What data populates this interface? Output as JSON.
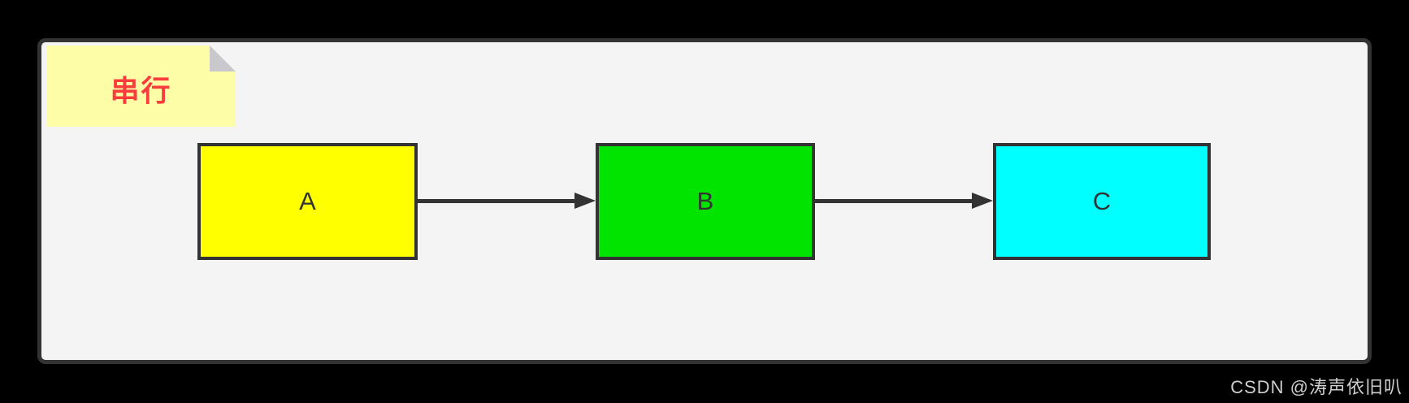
{
  "diagram": {
    "note": {
      "label": "串行",
      "bg_color": "#FDFDA8",
      "fold_color": "#C9C9CD",
      "text_color": "#FA3C3C"
    },
    "nodes": [
      {
        "id": "A",
        "label": "A",
        "fill": "#FFFF00"
      },
      {
        "id": "B",
        "label": "B",
        "fill": "#00E400"
      },
      {
        "id": "C",
        "label": "C",
        "fill": "#00FFFF"
      }
    ],
    "edges": [
      {
        "from": "A",
        "to": "B"
      },
      {
        "from": "B",
        "to": "C"
      }
    ],
    "stroke_color": "#333333",
    "panel_bg": "#F4F4F5",
    "canvas_bg": "#000000"
  },
  "watermark": {
    "text": "CSDN @涛声依旧叭"
  }
}
